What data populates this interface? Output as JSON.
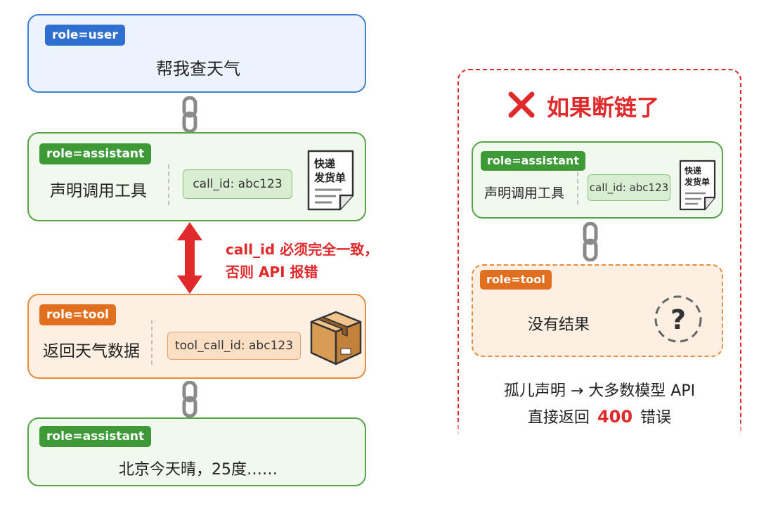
{
  "left": {
    "user": {
      "role": "role=user",
      "text": "帮我查天气"
    },
    "assistant1": {
      "role": "role=assistant",
      "text": "声明调用工具",
      "chip": "call_id: abc123",
      "doc_label_1": "快递",
      "doc_label_2": "发货单"
    },
    "note": {
      "line1": "call_id 必须完全一致，",
      "line2": "否则 API 报错"
    },
    "tool": {
      "role": "role=tool",
      "text": "返回天气数据",
      "chip": "tool_call_id: abc123"
    },
    "assistant2": {
      "role": "role=assistant",
      "text": "北京今天晴，25度……"
    }
  },
  "right": {
    "title": "如果断链了",
    "assistant": {
      "role": "role=assistant",
      "text": "声明调用工具",
      "chip": "call_id: abc123",
      "doc_label_1": "快递",
      "doc_label_2": "发货单"
    },
    "tool": {
      "role": "role=tool",
      "text": "没有结果"
    },
    "summary_line1": "孤儿声明 → 大多数模型 API",
    "summary_line2_prefix": "直接返回",
    "summary_code": "400",
    "summary_line2_suffix": "错误"
  },
  "icons": {
    "chain": "chain-link-icon",
    "arrow": "double-arrow-icon",
    "document": "document-icon",
    "package": "package-box-icon",
    "error": "cross-mark-icon",
    "question": "question-icon"
  },
  "colors": {
    "user": "#3f80d6",
    "assistant": "#55a547",
    "tool": "#e98a3c",
    "error": "#e0292b"
  }
}
